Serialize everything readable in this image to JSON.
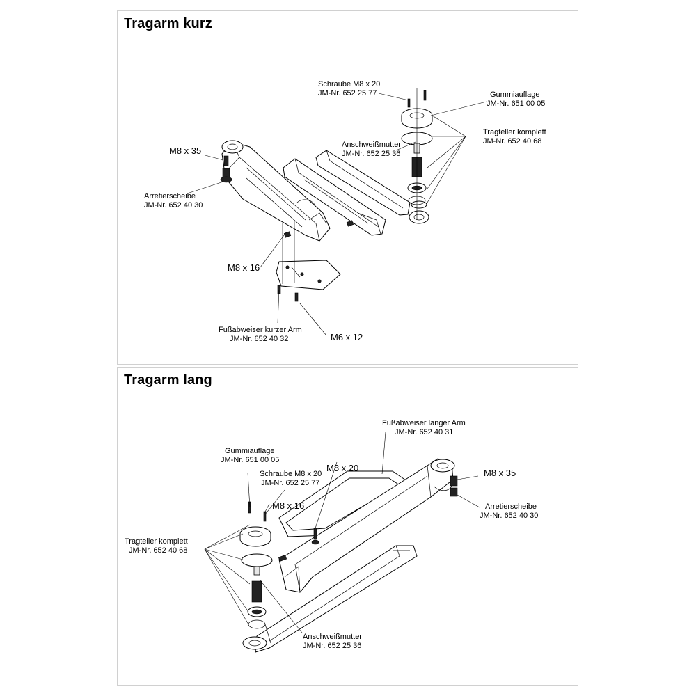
{
  "panels": {
    "kurz": {
      "title": "Tragarm kurz",
      "labels": {
        "schraube_name": "Schraube M8 x 20",
        "schraube_nr": "JM-Nr. 652 25 77",
        "gummi_name": "Gummiauflage",
        "gummi_nr": "JM-Nr. 651 00 05",
        "tragteller_name": "Tragteller komplett",
        "tragteller_nr": "JM-Nr. 652 40 68",
        "anschweiss_name": "Anschweißmutter",
        "anschweiss_nr": "JM-Nr. 652 25 36",
        "m8x35": "M8 x 35",
        "arretier_name": "Arretierscheibe",
        "arretier_nr": "JM-Nr. 652 40 30",
        "m8x16": "M8 x 16",
        "fuss_name": "Fußabweiser kurzer Arm",
        "fuss_nr": "JM-Nr. 652 40 32",
        "m6x12": "M6 x 12"
      }
    },
    "lang": {
      "title": "Tragarm lang",
      "labels": {
        "fuss_name": "Fußabweiser langer Arm",
        "fuss_nr": "JM-Nr. 652 40 31",
        "gummi_name": "Gummiauflage",
        "gummi_nr": "JM-Nr. 651 00 05",
        "m8x20": "M8 x 20",
        "schraube_name": "Schraube M8 x 20",
        "schraube_nr": "JM-Nr. 652 25 77",
        "m8x35": "M8 x 35",
        "m8x16": "M8 x 16",
        "arretier_name": "Arretierscheibe",
        "arretier_nr": "JM-Nr. 652 40 30",
        "tragteller_name": "Tragteller komplett",
        "tragteller_nr": "JM-Nr. 652 40 68",
        "anschweiss_name": "Anschweißmutter",
        "anschweiss_nr": "JM-Nr. 652 25 36"
      }
    }
  }
}
